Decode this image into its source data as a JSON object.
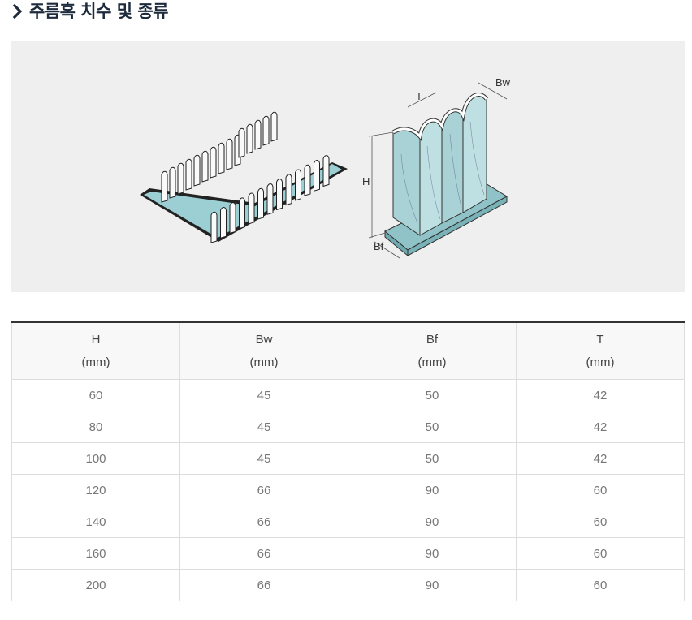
{
  "section": {
    "title": "주름혹 치수 및 종류",
    "icon": "chevron-right-icon"
  },
  "figure": {
    "left_illustration": "corrugated-sidewall-belt-illustration",
    "right_illustration": "sidewall-dimension-diagram",
    "labels": {
      "h": "H",
      "bw": "Bw",
      "bf": "Bf",
      "t": "T"
    },
    "colors": {
      "background": "#efefef",
      "belt_base": "#9ccfd3",
      "outline": "#222222"
    }
  },
  "table": {
    "headers": [
      {
        "name": "H",
        "unit": "(mm)"
      },
      {
        "name": "Bw",
        "unit": "(mm)"
      },
      {
        "name": "Bf",
        "unit": "(mm)"
      },
      {
        "name": "T",
        "unit": "(mm)"
      }
    ],
    "rows": [
      [
        "60",
        "45",
        "50",
        "42"
      ],
      [
        "80",
        "45",
        "50",
        "42"
      ],
      [
        "100",
        "45",
        "50",
        "42"
      ],
      [
        "120",
        "66",
        "90",
        "60"
      ],
      [
        "140",
        "66",
        "90",
        "60"
      ],
      [
        "160",
        "66",
        "90",
        "60"
      ],
      [
        "200",
        "66",
        "90",
        "60"
      ]
    ]
  }
}
